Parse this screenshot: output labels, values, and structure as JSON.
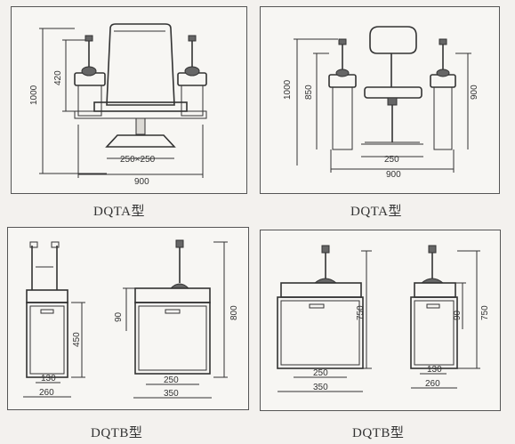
{
  "panels": [
    {
      "caption": "DQTA型",
      "dims": {
        "height_total": "1000",
        "height_upper": "420",
        "base": "250×250",
        "width_total": "900"
      }
    },
    {
      "caption": "DQTA型",
      "dims": {
        "height_total": "1000",
        "height_mid": "850",
        "height_right": "900",
        "base": "250",
        "width_total": "900"
      }
    },
    {
      "caption": "DQTB型",
      "dims": {
        "h_cabinet": "450",
        "h_upper": "90",
        "h_total": "800",
        "w_inner_left": "130",
        "w_outer_left": "260",
        "w_inner_right": "250",
        "w_outer_right": "350"
      }
    },
    {
      "caption": "DQTB型",
      "dims": {
        "h_left": "750",
        "h_upper_right": "90",
        "h_right": "750",
        "w_inner_left": "250",
        "w_outer_left": "350",
        "w_inner_right": "130",
        "w_outer_right": "260"
      }
    }
  ]
}
